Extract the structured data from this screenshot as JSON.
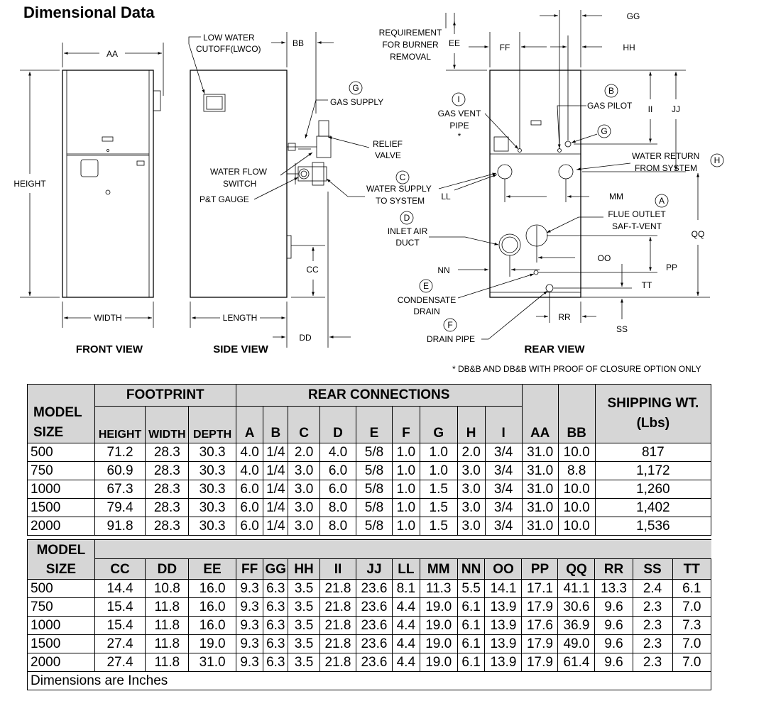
{
  "title": "Dimensional Data",
  "drawing": {
    "views": {
      "front": "FRONT VIEW",
      "side": "SIDE VIEW",
      "rear": "REAR VIEW"
    },
    "dims": {
      "aa": "AA",
      "height": "HEIGHT",
      "width": "WIDTH",
      "bb": "BB",
      "cc": "CC",
      "length": "LENGTH",
      "dd": "DD",
      "ee": "EE",
      "ff": "FF",
      "gg": "GG",
      "hh": "HH",
      "ii": "II",
      "jj": "JJ",
      "ll": "LL",
      "mm": "MM",
      "nn": "NN",
      "oo": "OO",
      "pp": "PP",
      "qq": "QQ",
      "rr": "RR",
      "ss": "SS",
      "tt": "TT"
    },
    "side_labels": {
      "lwco_1": "LOW WATER",
      "lwco_2": "CUTOFF(LWCO)",
      "gas_supply": "GAS SUPPLY",
      "relief_1": "RELIEF",
      "relief_2": "VALVE",
      "flow_1": "WATER FLOW",
      "flow_2": "SWITCH",
      "pt_gauge": "P&T GAUGE"
    },
    "rear_labels": {
      "burner_1": "REQUIREMENT",
      "burner_2": "FOR BURNER",
      "burner_3": "REMOVAL",
      "gas_vent_1": "GAS VENT",
      "gas_vent_2": "PIPE",
      "gas_vent_3": "*",
      "gas_pilot": "GAS PILOT",
      "water_return_1": "WATER RETURN",
      "water_return_2": "FROM SYSTEM",
      "water_supply_1": "WATER SUPPLY",
      "water_supply_2": "TO SYSTEM",
      "inlet_1": "INLET AIR",
      "inlet_2": "DUCT",
      "flue_1": "FLUE OUTLET",
      "flue_2": "SAF-T-VENT",
      "condensate_1": "CONDENSATE",
      "condensate_2": "DRAIN",
      "drain_pipe": "DRAIN PIPE"
    },
    "markers": {
      "a": "A",
      "b": "B",
      "c": "C",
      "d": "D",
      "e": "E",
      "f": "F",
      "g": "G",
      "h": "H",
      "i": "I"
    },
    "note": "* DB&B AND DB&B WITH PROOF OF CLOSURE OPTION ONLY"
  },
  "table1": {
    "model_1": "MODEL",
    "model_2": "SIZE",
    "footprint": "FOOTPRINT",
    "rear": "REAR CONNECTIONS",
    "shipping_1": "SHIPPING WT.",
    "shipping_2": "(Lbs)",
    "columns": [
      "HEIGHT",
      "WIDTH",
      "DEPTH",
      "A",
      "B",
      "C",
      "D",
      "E",
      "F",
      "G",
      "H",
      "I",
      "AA",
      "BB"
    ],
    "rows": [
      [
        "500",
        "71.2",
        "28.3",
        "30.3",
        "4.0",
        "1/4",
        "2.0",
        "4.0",
        "5/8",
        "1.0",
        "1.0",
        "2.0",
        "3/4",
        "31.0",
        "10.0",
        "817"
      ],
      [
        "750",
        "60.9",
        "28.3",
        "30.3",
        "4.0",
        "1/4",
        "3.0",
        "6.0",
        "5/8",
        "1.0",
        "1.0",
        "3.0",
        "3/4",
        "31.0",
        "8.8",
        "1,172"
      ],
      [
        "1000",
        "67.3",
        "28.3",
        "30.3",
        "6.0",
        "1/4",
        "3.0",
        "6.0",
        "5/8",
        "1.0",
        "1.5",
        "3.0",
        "3/4",
        "31.0",
        "10.0",
        "1,260"
      ],
      [
        "1500",
        "79.4",
        "28.3",
        "30.3",
        "6.0",
        "1/4",
        "3.0",
        "8.0",
        "5/8",
        "1.0",
        "1.5",
        "3.0",
        "3/4",
        "31.0",
        "10.0",
        "1,402"
      ],
      [
        "2000",
        "91.8",
        "28.3",
        "30.3",
        "6.0",
        "1/4",
        "3.0",
        "8.0",
        "5/8",
        "1.0",
        "1.5",
        "3.0",
        "3/4",
        "31.0",
        "10.0",
        "1,536"
      ]
    ]
  },
  "table2": {
    "model_1": "MODEL",
    "model_2": "SIZE",
    "columns": [
      "CC",
      "DD",
      "EE",
      "FF",
      "GG",
      "HH",
      "II",
      "JJ",
      "LL",
      "MM",
      "NN",
      "OO",
      "PP",
      "QQ",
      "RR",
      "SS",
      "TT"
    ],
    "rows": [
      [
        "500",
        "14.4",
        "10.8",
        "16.0",
        "9.3",
        "6.3",
        "3.5",
        "21.8",
        "23.6",
        "8.1",
        "11.3",
        "5.5",
        "14.1",
        "17.1",
        "41.1",
        "13.3",
        "2.4",
        "6.1"
      ],
      [
        "750",
        "15.4",
        "11.8",
        "16.0",
        "9.3",
        "6.3",
        "3.5",
        "21.8",
        "23.6",
        "4.4",
        "19.0",
        "6.1",
        "13.9",
        "17.9",
        "30.6",
        "9.6",
        "2.3",
        "7.0"
      ],
      [
        "1000",
        "15.4",
        "11.8",
        "16.0",
        "9.3",
        "6.3",
        "3.5",
        "21.8",
        "23.6",
        "4.4",
        "19.0",
        "6.1",
        "13.9",
        "17.6",
        "36.9",
        "9.6",
        "2.3",
        "7.3"
      ],
      [
        "1500",
        "27.4",
        "11.8",
        "19.0",
        "9.3",
        "6.3",
        "3.5",
        "21.8",
        "23.6",
        "4.4",
        "19.0",
        "6.1",
        "13.9",
        "17.9",
        "49.0",
        "9.6",
        "2.3",
        "7.0"
      ],
      [
        "2000",
        "27.4",
        "11.8",
        "31.0",
        "9.3",
        "6.3",
        "3.5",
        "21.8",
        "23.6",
        "4.4",
        "19.0",
        "6.1",
        "13.9",
        "17.9",
        "61.4",
        "9.6",
        "2.3",
        "7.0"
      ]
    ],
    "footer": "Dimensions are Inches"
  }
}
